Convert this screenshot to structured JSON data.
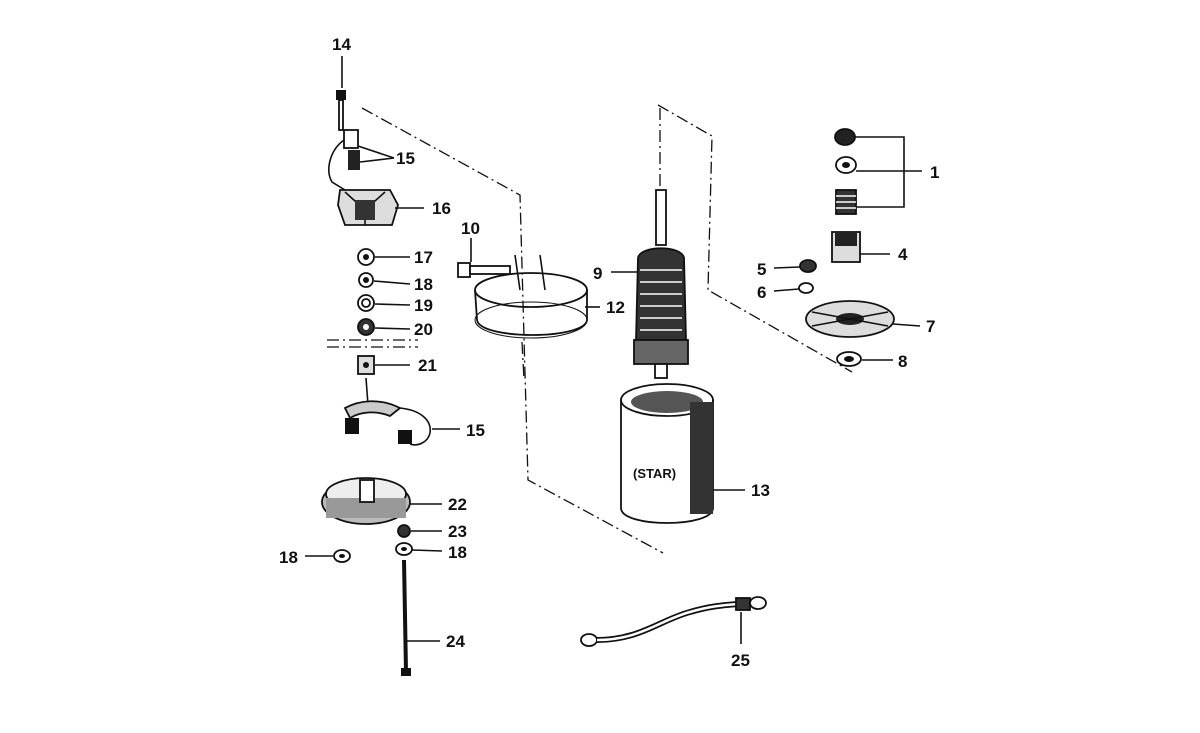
{
  "diagram": {
    "callouts": [
      {
        "id": "1",
        "label": "1"
      },
      {
        "id": "4",
        "label": "4"
      },
      {
        "id": "5",
        "label": "5"
      },
      {
        "id": "6",
        "label": "6"
      },
      {
        "id": "7",
        "label": "7"
      },
      {
        "id": "8",
        "label": "8"
      },
      {
        "id": "9",
        "label": "9"
      },
      {
        "id": "10",
        "label": "10"
      },
      {
        "id": "12",
        "label": "12"
      },
      {
        "id": "13",
        "label": "13"
      },
      {
        "id": "14",
        "label": "14"
      },
      {
        "id": "15a",
        "label": "15"
      },
      {
        "id": "15b",
        "label": "15"
      },
      {
        "id": "16",
        "label": "16"
      },
      {
        "id": "17",
        "label": "17"
      },
      {
        "id": "18a",
        "label": "18"
      },
      {
        "id": "18b",
        "label": "18"
      },
      {
        "id": "18c",
        "label": "18"
      },
      {
        "id": "19",
        "label": "19"
      },
      {
        "id": "20",
        "label": "20"
      },
      {
        "id": "21",
        "label": "21"
      },
      {
        "id": "22",
        "label": "22"
      },
      {
        "id": "23",
        "label": "23"
      },
      {
        "id": "24",
        "label": "24"
      },
      {
        "id": "25",
        "label": "25"
      }
    ],
    "housing_text": "(STAR)"
  }
}
